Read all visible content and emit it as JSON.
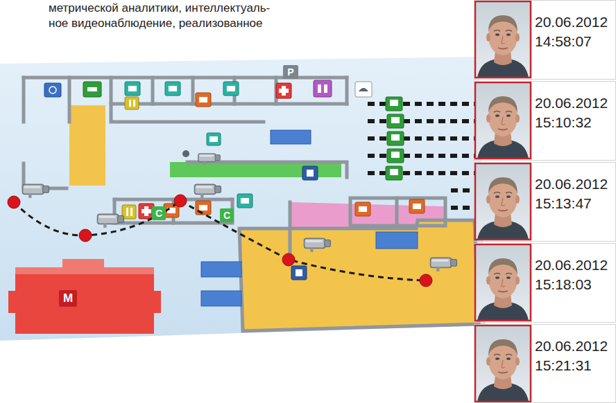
{
  "diagram": {
    "nodes": [
      {
        "text": [
          "20.06.2012",
          "14:58:07"
        ]
      },
      {
        "text": [
          "20.06.2012",
          "15:10:32"
        ]
      },
      {
        "text": [
          "20.06.2012",
          "15:13:47"
        ]
      },
      {
        "text": [
          "20.06.2012",
          "15:18:03"
        ]
      },
      {
        "text": [
          "20.06.2012",
          "15:21:31"
        ]
      }
    ],
    "labels": [
      "метрической аналитики, интеллектуаль-",
      "ное видеонаблюдение, реализованное",
      "P",
      "C",
      "C",
      "M"
    ]
  }
}
